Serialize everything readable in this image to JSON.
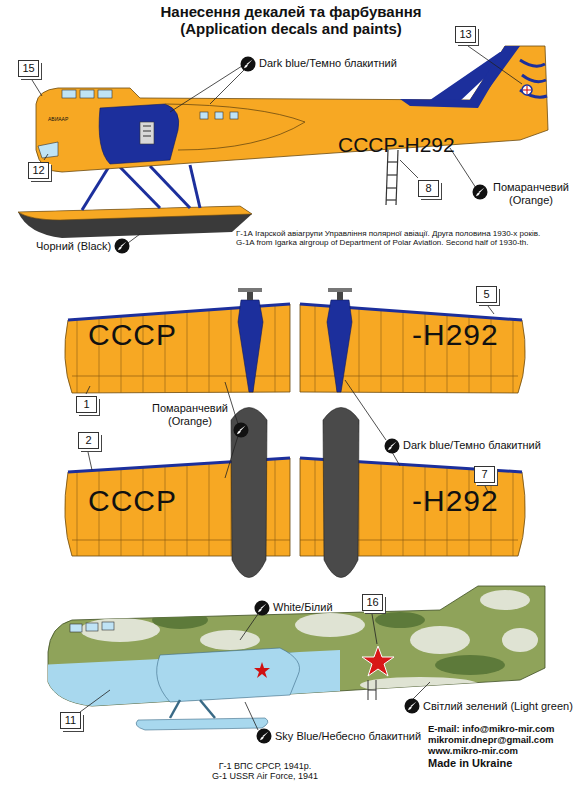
{
  "diagram": {
    "title": "Нанесення декалей та фарбування (Application decals and paints)",
    "labels": [
      "13",
      "15",
      "Dark blue/Темно блакитний",
      "АВИААР",
      "12",
      "СССР-Н292",
      "8",
      "Помаранчевий (Orange)",
      "Чорний (Black)",
      "Г-1А Ігарской авіагрупи Управління полярної авіації. Друга половина 1930-х років.",
      "G-1A from Igarka airgroup of Department of Polar Aviation. Second half of 1930-th.",
      "СССР",
      "5",
      "-Н292",
      "1",
      "Помаранчевий (Orange)",
      "Dark blue/Темно блакитний",
      "2",
      "СССР",
      "7",
      "-Н292",
      "White/Білий",
      "16",
      "Світлий зелений (Light green)",
      "11",
      "Sky Blue/Небесно блакитний",
      "Г-1 ВПС СРСР, 1941р.",
      "G-1 USSR Air Force, 1941",
      "E-mail: info@mikro-mir.com",
      "mikromir.dnepr@gmail.com",
      "www.mikro-mir.com",
      "Made in Ukraine"
    ]
  }
}
